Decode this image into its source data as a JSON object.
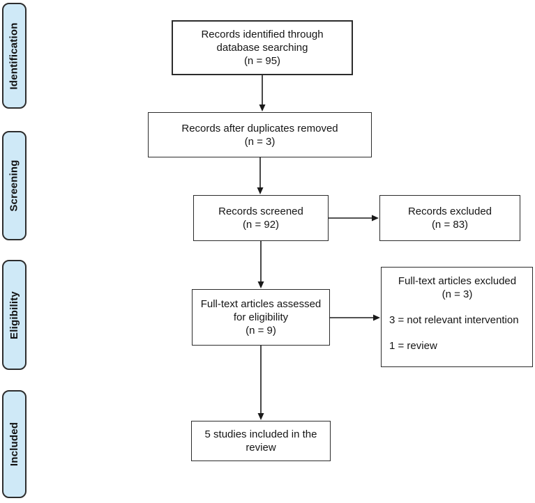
{
  "sidebar": {
    "fill_color": "#cfe9f7",
    "phases": [
      {
        "label": "Identification"
      },
      {
        "label": "Screening"
      },
      {
        "label": "Eligibility"
      },
      {
        "label": "Included"
      }
    ]
  },
  "flow": {
    "identified": {
      "lines": [
        "Records identified through",
        "database searching",
        "(n = 95)"
      ]
    },
    "duplicates_removed": {
      "lines": [
        "Records after duplicates removed",
        "(n = 3)"
      ]
    },
    "screened": {
      "lines": [
        "Records screened",
        "(n = 92)"
      ]
    },
    "records_excluded": {
      "lines": [
        "Records excluded",
        "(n = 83)"
      ]
    },
    "fulltext_assessed": {
      "lines": [
        "Full-text articles assessed",
        "for eligibility",
        "(n = 9)"
      ]
    },
    "fulltext_excluded": {
      "lines": [
        "Full-text articles excluded",
        "(n = 3)"
      ],
      "reasons": [
        "3 = not relevant intervention",
        "1 = review"
      ]
    },
    "included_studies": {
      "lines": [
        "5 studies included in the",
        "review"
      ]
    }
  }
}
